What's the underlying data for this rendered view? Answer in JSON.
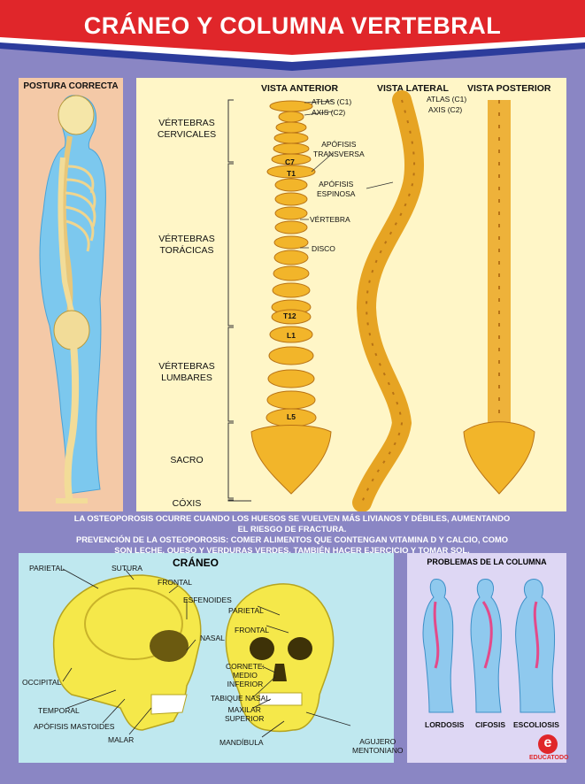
{
  "header": {
    "title": "CRÁNEO Y COLUMNA VERTEBRAL"
  },
  "posture": {
    "title": "POSTURA CORRECTA"
  },
  "spine": {
    "views": {
      "anterior": "VISTA ANTERIOR",
      "lateral": "VISTA LATERAL",
      "posterior": "VISTA POSTERIOR"
    },
    "regions": {
      "cervical": "VÉRTEBRAS\nCERVICALES",
      "thoracic": "VÉRTEBRAS\nTORÁCICAS",
      "lumbar": "VÉRTEBRAS\nLUMBARES",
      "sacrum": "SACRO",
      "coccyx": "CÓXIS"
    },
    "labels": {
      "atlas": "ATLAS (C1)",
      "axis": "AXIS (C2)",
      "apofisis_transversa": "APÓFISIS\nTRANSVERSA",
      "apofisis_espinosa": "APÓFISIS\nESPINOSA",
      "vertebra": "VÉRTEBRA",
      "disco": "DISCO",
      "atlas_lat": "ATLAS (C1)",
      "axis_lat": "AXIS (C2)"
    },
    "vertebra_tags": {
      "c7": "C7",
      "t1": "T1",
      "t12": "T12",
      "l1": "L1",
      "l5": "L5"
    }
  },
  "info": {
    "line1": "LA OSTEOPOROSIS OCURRE CUANDO LOS HUESOS SE VUELVEN MÁS LIVIANOS Y DÉBILES, AUMENTANDO",
    "line2": "EL RIESGO DE FRACTURA.",
    "line3": "PREVENCIÓN DE LA OSTEOPOROSIS: COMER ALIMENTOS QUE CONTENGAN VITAMINA D Y CALCIO, COMO",
    "line4": "SON LECHE, QUESO Y VERDURAS VERDES, TAMBIÉN HACER EJERCICIO Y TOMAR SOL."
  },
  "skull": {
    "title": "CRÁNEO",
    "labels": {
      "parietal": "PARIETAL",
      "sutura": "SUTURA",
      "frontal": "FRONTAL",
      "esfenoides": "ESFENOIDES",
      "nasal": "NASAL",
      "occipital": "OCCIPITAL",
      "temporal": "TEMPORAL",
      "apofisis_mastoides": "APÓFISIS MASTOIDES",
      "malar": "MALAR",
      "parietal_front": "PARIETAL",
      "frontal_front": "FRONTAL",
      "cornete": "CORNETE:\nMEDIO\nINFERIOR",
      "tabique_nasal": "TABIQUE NASAL",
      "maxilar_superior": "MAXILAR\nSUPERIOR",
      "mandibula": "MANDÍBULA",
      "agujero_mentoniano": "AGUJERO\nMENTONIANO"
    }
  },
  "problems": {
    "title": "PROBLEMAS DE LA COLUMNA",
    "items": [
      "LORDOSIS",
      "CIFOSIS",
      "ESCOLIOSIS"
    ]
  },
  "brand": {
    "name": "EDUCATODO",
    "logo_letter": "e"
  },
  "colors": {
    "bone": "#f2b52a",
    "bone_dark": "#c9821a",
    "header_red": "#e0262a",
    "header_blue": "#2c3c9c"
  }
}
